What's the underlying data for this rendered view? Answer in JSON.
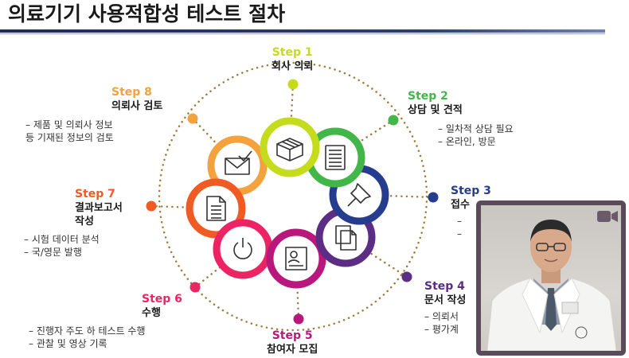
{
  "slide": {
    "title": "의료기기 사용적합성 테스트 절차"
  },
  "steps": [
    {
      "label": "Step 1",
      "name": "회사 의뢰",
      "color": "#c5dc1c",
      "icon": "box-icon",
      "bullets": []
    },
    {
      "label": "Step 2",
      "name": "상담 및 견적",
      "color": "#43b649",
      "icon": "document-lines-icon",
      "bullets": [
        "–  일차적 상담 필요",
        "–  온라인, 방문"
      ]
    },
    {
      "label": "Step 3",
      "name": "접수",
      "color": "#263d8f",
      "icon": "pushpin-icon",
      "bullets": [
        "–",
        "–"
      ]
    },
    {
      "label": "Step 4",
      "name": "문서 작성",
      "color": "#5c2d84",
      "icon": "copy-documents-icon",
      "bullets": [
        "–  의뢰서",
        "–  평가계"
      ]
    },
    {
      "label": "Step 5",
      "name": "참여자 모집",
      "color": "#b8177c",
      "icon": "id-profile-icon",
      "bullets": []
    },
    {
      "label": "Step 6",
      "name": "수행",
      "color": "#ec2464",
      "icon": "power-icon",
      "bullets": [
        "–  진행자 주도 하 테스트 수행",
        "–  관찰 및 영상 기록"
      ]
    },
    {
      "label": "Step 7",
      "name": "결과보고서\n작성",
      "color": "#f05a23",
      "icon": "report-document-icon",
      "bullets": [
        "–  시험 데이터 분석",
        "–  국/영문 발행"
      ]
    },
    {
      "label": "Step 8",
      "name": "의뢰사 검토",
      "color": "#f4a23d",
      "icon": "envelope-check-icon",
      "bullets": [
        "–  제품 및 의뢰사 정보",
        "등 기재된 정보의 검토"
      ]
    }
  ],
  "video": {
    "icon": "video-camera-icon"
  }
}
